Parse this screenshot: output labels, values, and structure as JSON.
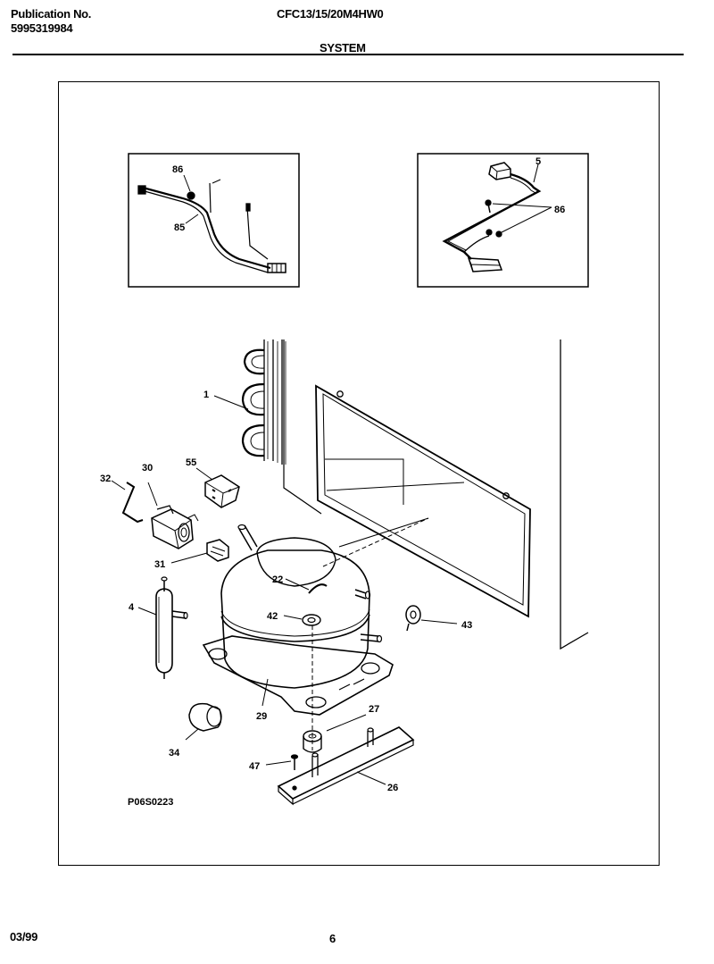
{
  "header": {
    "publication_label": "Publication No.",
    "publication_number": "5995319984",
    "model": "CFC13/15/20M4HW0",
    "section": "SYSTEM"
  },
  "diagram": {
    "drawing_id": "P06S0223",
    "inset_left_labels": [
      "86",
      "85"
    ],
    "inset_right_labels": [
      "5",
      "86"
    ],
    "part_labels": [
      "1",
      "55",
      "30",
      "32",
      "31",
      "4",
      "22",
      "42",
      "43",
      "29",
      "27",
      "34",
      "47",
      "26"
    ]
  },
  "footer": {
    "date": "03/99",
    "page": "6"
  }
}
